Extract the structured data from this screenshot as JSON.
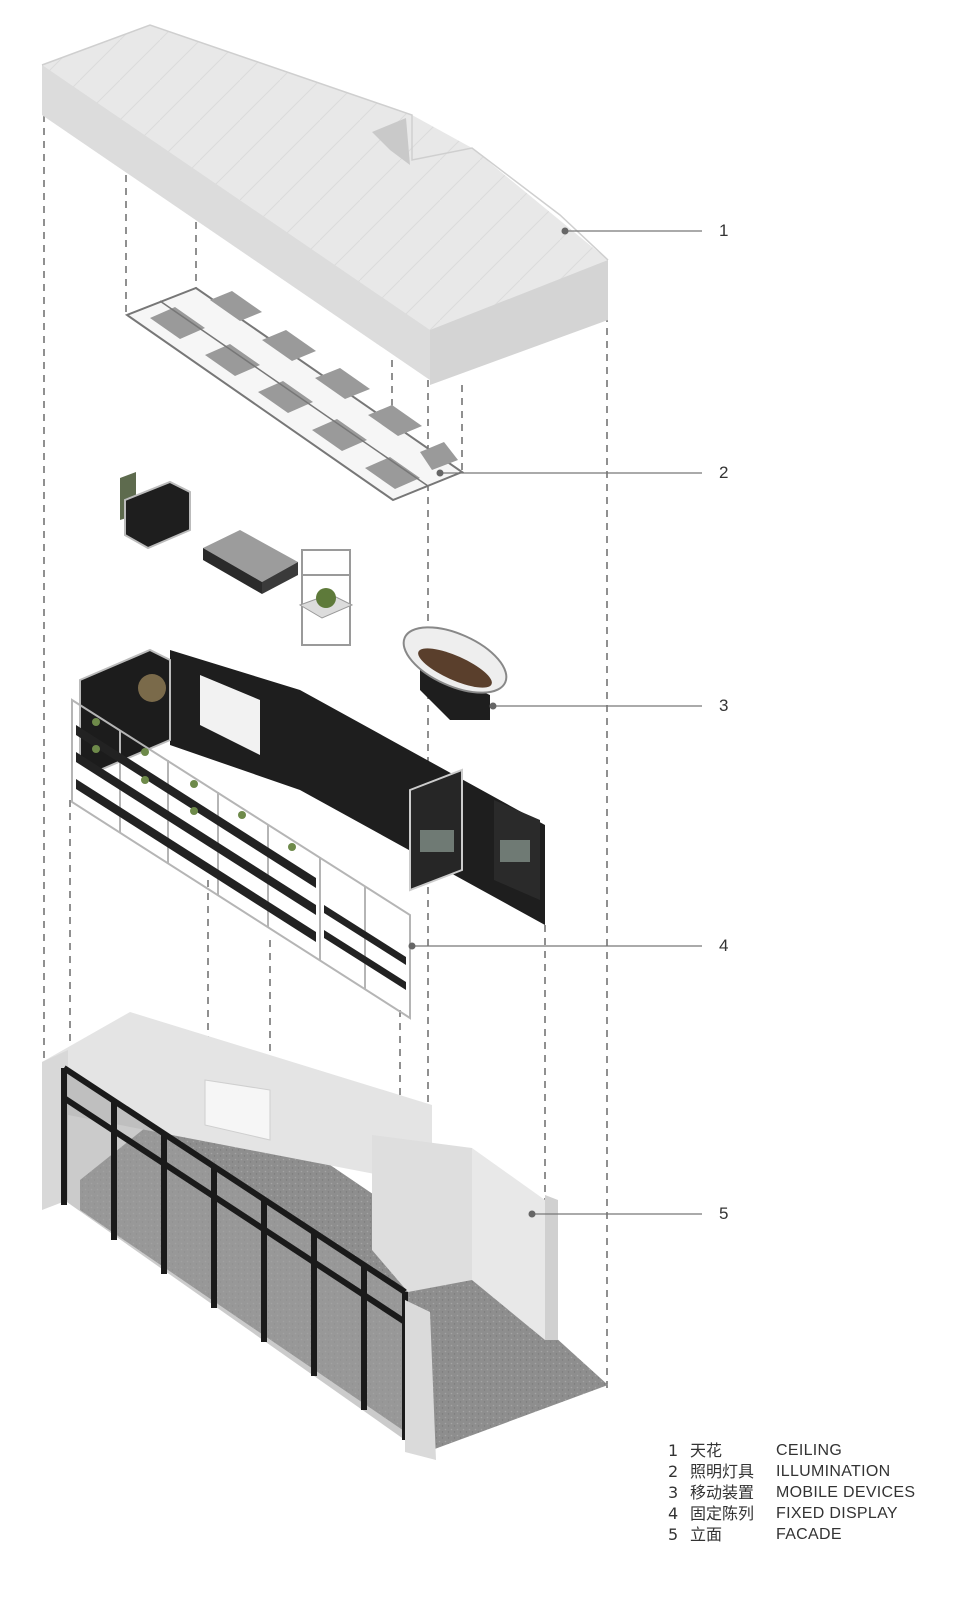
{
  "callouts": [
    {
      "num": "1"
    },
    {
      "num": "2"
    },
    {
      "num": "3"
    },
    {
      "num": "4"
    },
    {
      "num": "5"
    }
  ],
  "legend": [
    {
      "num": "1",
      "zh": "天花",
      "en": "CEILING"
    },
    {
      "num": "2",
      "zh": "照明灯具",
      "en": "ILLUMINATION"
    },
    {
      "num": "3",
      "zh": "移动装置",
      "en": "MOBILE DEVICES"
    },
    {
      "num": "4",
      "zh": "固定陈列",
      "en": "FIXED DISPLAY"
    },
    {
      "num": "5",
      "zh": "立面",
      "en": "FACADE"
    }
  ],
  "colors": {
    "concrete": "#e6e6e6",
    "concrete_dark": "#d2d2d2",
    "floor": "#8e8e8e",
    "steel": "#1e1e1e",
    "line": "#6a6a6a"
  }
}
